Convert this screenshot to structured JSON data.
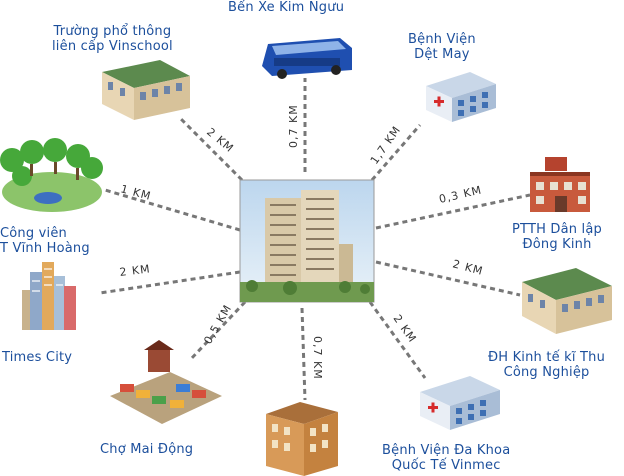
{
  "places": [
    {
      "id": "bus",
      "lines": [
        "Bến Xe Kim Ngưu"
      ],
      "distance": "0,7 KM",
      "icon": "bus-icon"
    },
    {
      "id": "school",
      "lines": [
        "Trường phổ thông",
        "liên cấp Vinschool"
      ],
      "distance": "2 KM",
      "icon": "school-building-icon"
    },
    {
      "id": "hospital-textile",
      "lines": [
        "Bệnh Viện",
        "Dệt May"
      ],
      "distance": "1,7 KM",
      "icon": "hospital-icon"
    },
    {
      "id": "park",
      "lines": [
        "Công viên",
        "T Vĩnh Hoàng"
      ],
      "distance": "1 KM",
      "icon": "park-trees-icon"
    },
    {
      "id": "highschool",
      "lines": [
        "PTTH Dân lập",
        "Đông Kinh"
      ],
      "distance": "0,3 KM",
      "icon": "highschool-building-icon"
    },
    {
      "id": "times-city",
      "lines": [
        "Times City"
      ],
      "distance": "2 KM",
      "icon": "city-skyline-icon"
    },
    {
      "id": "university",
      "lines": [
        "ĐH Kinh tế kĩ Thu",
        "Công Nghiệp"
      ],
      "distance": "2 KM",
      "icon": "university-building-icon"
    },
    {
      "id": "market",
      "lines": [
        "Chợ Mai Động"
      ],
      "distance": "0,5 KM",
      "icon": "market-icon"
    },
    {
      "id": "bottom-building",
      "lines": [],
      "distance": "0,7 KM",
      "icon": "office-building-icon"
    },
    {
      "id": "vinmec",
      "lines": [
        "Bệnh Viện Đa Khoa",
        "Quốc Tế Vinmec"
      ],
      "distance": "2 KM",
      "icon": "hospital-icon"
    }
  ],
  "center": {
    "icon": "apartment-tower-icon"
  },
  "colors": {
    "label": "#1c4f9c",
    "line": "#777777"
  }
}
